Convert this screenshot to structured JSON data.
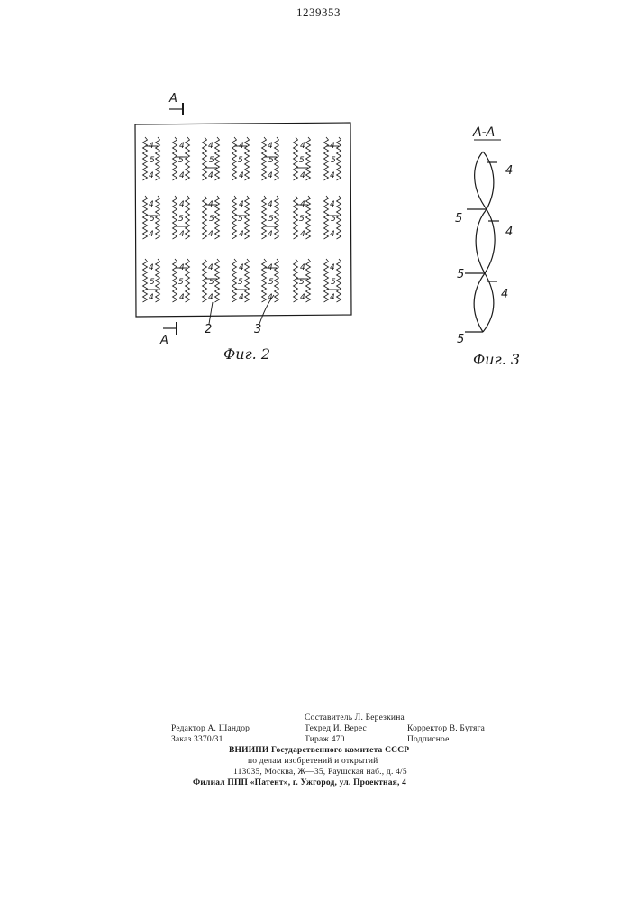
{
  "patent_number": "1239353",
  "fig2": {
    "section_label": "A",
    "caption": "Фиг. 2",
    "callouts": [
      "2",
      "3"
    ],
    "cell_labels": [
      "4",
      "5"
    ]
  },
  "fig3": {
    "section_title": "А-А",
    "caption": "Фиг. 3",
    "labels": [
      "4",
      "5",
      "4",
      "5",
      "4",
      "5"
    ]
  },
  "imprint": {
    "compiler": "Составитель Л. Березкина",
    "editor": "Редактор А. Шандор",
    "techred": "Техред И. Верес",
    "corrector": "Корректор В. Бутяга",
    "order": "Заказ 3370/31",
    "circulation": "Тираж 470",
    "subscription": "Подписное",
    "org_line1": "ВНИИПИ  Государственного  комитета  СССР",
    "org_line2": "по  делам  изобретений  и  открытий",
    "address": "113035,  Москва,  Ж—35,  Раушская  наб.,  д.  4/5",
    "branch": "Филиал  ППП  «Патент»,  г.  Ужгород,  ул.  Проектная,  4"
  }
}
